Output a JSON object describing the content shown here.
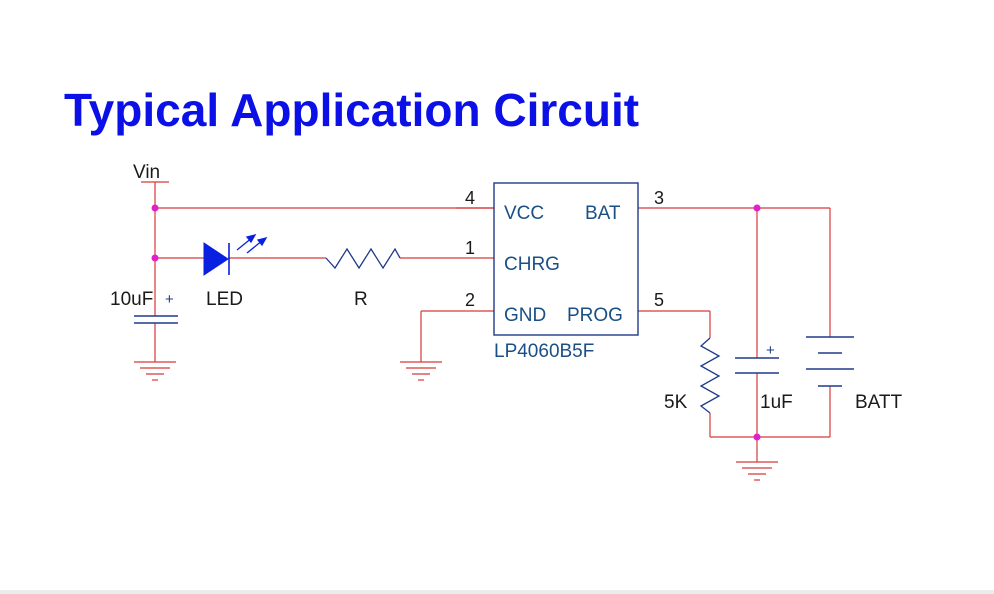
{
  "title": "Typical Application Circuit",
  "colors": {
    "title": "#0a10e6",
    "wire": "#d83a3a",
    "component": "#1f3a8a",
    "junction": "#e020c8",
    "label": "#1a1a1a",
    "chip_label": "#1a4f86",
    "led": "#0a20e0"
  },
  "labels": {
    "vin": "Vin",
    "c_in": "10uF",
    "plus": "+",
    "led": "LED",
    "resistor": "R",
    "r_prog": "5K",
    "c_out": "1uF",
    "battery": "BATT"
  },
  "chip": {
    "name": "LP4060B5F",
    "pins": [
      {
        "number": "4",
        "name": "VCC"
      },
      {
        "number": "1",
        "name": "CHRG"
      },
      {
        "number": "2",
        "name": "GND"
      },
      {
        "number": "3",
        "name": "BAT"
      },
      {
        "number": "5",
        "name": "PROG"
      }
    ]
  }
}
